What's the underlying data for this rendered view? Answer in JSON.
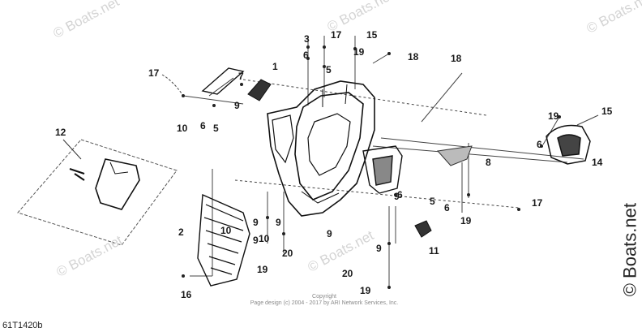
{
  "diagram": {
    "callouts": {
      "c1": "1",
      "c2": "2",
      "c3": "3",
      "c5a": "5",
      "c5b": "5",
      "c5c": "5",
      "c6a": "6",
      "c6b": "6",
      "c6c": "6",
      "c6d": "6",
      "c7": "7",
      "c8": "8",
      "c9a": "9",
      "c9b": "9",
      "c9c": "9",
      "c9d": "9",
      "c9e": "9",
      "c9f": "9",
      "c9g": "9",
      "c10a": "10",
      "c10b": "10",
      "c10c": "10",
      "c11": "11",
      "c12": "12",
      "c14": "14",
      "c15a": "15",
      "c15b": "15",
      "c16": "16",
      "c17a": "17",
      "c17b": "17",
      "c17c": "17",
      "c18a": "18",
      "c18b": "18",
      "c19a": "19",
      "c19b": "19",
      "c19c": "19",
      "c19d": "19",
      "c19e": "19",
      "c20a": "20",
      "c20b": "20"
    },
    "copyright_line1": "Copyright",
    "copyright_line2": "Page design (c) 2004 - 2017 by ARI Network Services, Inc.",
    "part_code": "61T1420b"
  },
  "watermark": {
    "text": "© Boats.net",
    "big_text": "© Boats.net"
  }
}
